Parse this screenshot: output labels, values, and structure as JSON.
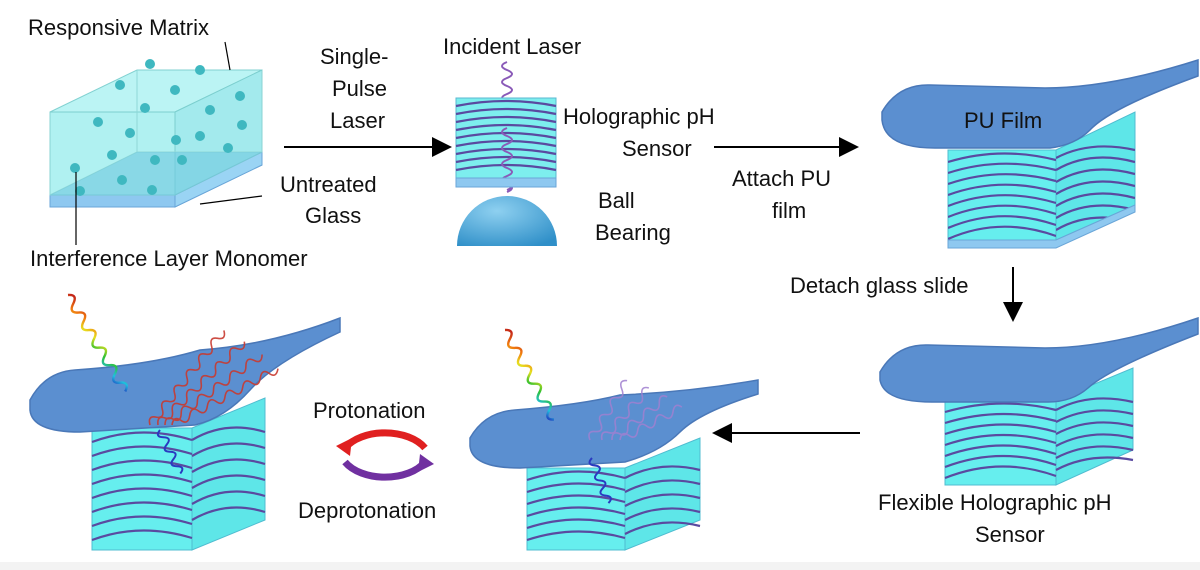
{
  "labels": {
    "responsive_matrix": "Responsive Matrix",
    "interference_monomer": "Interference Layer Monomer",
    "untreated_glass_1": "Untreated",
    "untreated_glass_2": "Glass",
    "single_pulse_1": "Single-",
    "single_pulse_2": "Pulse",
    "single_pulse_3": "Laser",
    "incident_laser": "Incident Laser",
    "holo_sensor_1": "Holographic pH",
    "holo_sensor_2": "Sensor",
    "ball_bearing_1": "Ball",
    "ball_bearing_2": "Bearing",
    "attach_1": "Attach PU",
    "attach_2": "film",
    "pu_film": "PU Film",
    "detach": "Detach glass slide",
    "flexible_1": "Flexible Holographic pH",
    "flexible_2": "Sensor",
    "protonation": "Protonation",
    "deprotonation": "Deprotonation"
  },
  "colors": {
    "matrix": "#a8f0f0",
    "particle": "#3fb8c0",
    "glass": "#8ec8f0",
    "film": "#5b8fd0",
    "fringe": "#5a4aa0",
    "block": "#66eeee",
    "arrow": "#000000",
    "protonation_arrow": "#e02020",
    "deprotonation_arrow": "#7030a0"
  }
}
